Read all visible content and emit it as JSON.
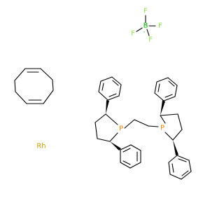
{
  "molecule": {
    "fragments": [
      "tetrafluoroborate",
      "1,5-cyclooctadiene",
      "rhodium",
      "bis(diphenylphospholano)ethane ligand"
    ],
    "atoms": {
      "boron": "B",
      "boron_charge": "-",
      "fluorine": "F",
      "rhodium": "Rh",
      "phosphorus": "P"
    },
    "colors": {
      "boron": "#00b000",
      "fluorine": "#90e050",
      "phosphorus": "#ff8000",
      "rhodium": "#c8a000",
      "bond": "#000000"
    }
  }
}
